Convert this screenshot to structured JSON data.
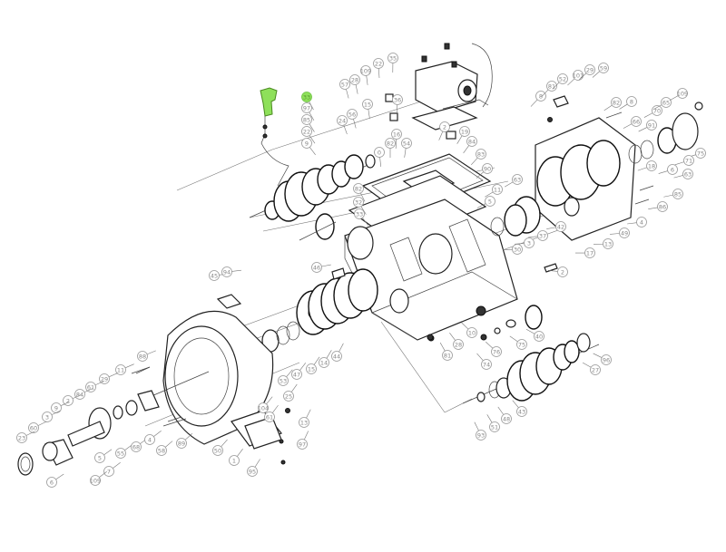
{
  "title": "Transmission exploded parts diagram",
  "highlight_color": "#8ee05a",
  "highlighted_part": "33",
  "callouts": [
    "33",
    "97",
    "85",
    "22",
    "9",
    "57",
    "28",
    "109",
    "22",
    "35",
    "15",
    "56",
    "24",
    "36",
    "2",
    "19",
    "16",
    "54",
    "82",
    "0",
    "84",
    "83",
    "90",
    "82",
    "32",
    "33",
    "5",
    "11",
    "63",
    "42",
    "37",
    "3",
    "30",
    "2",
    "8",
    "81",
    "52",
    "101",
    "29",
    "59",
    "82",
    "8",
    "66",
    "91",
    "70",
    "65",
    "109",
    "75",
    "71",
    "63",
    "6",
    "18",
    "85",
    "86",
    "4",
    "49",
    "13",
    "17",
    "88",
    "11",
    "29",
    "61",
    "84",
    "2",
    "9",
    "3",
    "60",
    "23",
    "5",
    "7",
    "109",
    "6",
    "55",
    "68",
    "4",
    "58",
    "89",
    "50",
    "1",
    "95",
    "97",
    "61",
    "104",
    "25",
    "13",
    "45",
    "94",
    "46",
    "44",
    "14",
    "15",
    "47",
    "53",
    "10",
    "28",
    "81",
    "40",
    "75",
    "76",
    "74",
    "96",
    "27",
    "43",
    "48",
    "51",
    "93"
  ]
}
